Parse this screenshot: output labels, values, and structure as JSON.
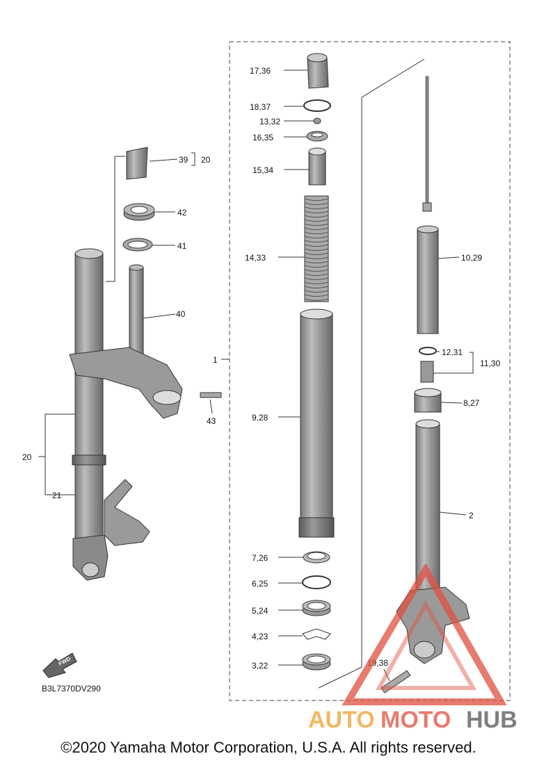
{
  "labels": {
    "l1": "1",
    "l2": "2",
    "l3": "3,22",
    "l4": "4,23",
    "l5": "5,24",
    "l6": "6,25",
    "l7": "7,26",
    "l8": "8,27",
    "l9": "9,28",
    "l10": "10,29",
    "l11": "11,30",
    "l12": "12,31",
    "l13": "13,32",
    "l14": "14,33",
    "l15": "15,34",
    "l16": "16,35",
    "l17": "17,36",
    "l18": "18,37",
    "l19": "19,38",
    "l20a": "20",
    "l20b": "20",
    "l21": "21",
    "l39": "39",
    "l40": "40",
    "l41": "41",
    "l42": "42",
    "l43": "43"
  },
  "fwd_label": "FWD",
  "diagram_code": "B3L7370DV290",
  "watermark": {
    "auto": "AUTO",
    "moto": "MOTO",
    "hub": "HUB",
    "auto_color": "#f0a030",
    "moto_color": "#e05040",
    "hub_color": "#555555"
  },
  "copyright": "©2020 Yamaha Motor Corporation, U.S.A. All rights reserved."
}
